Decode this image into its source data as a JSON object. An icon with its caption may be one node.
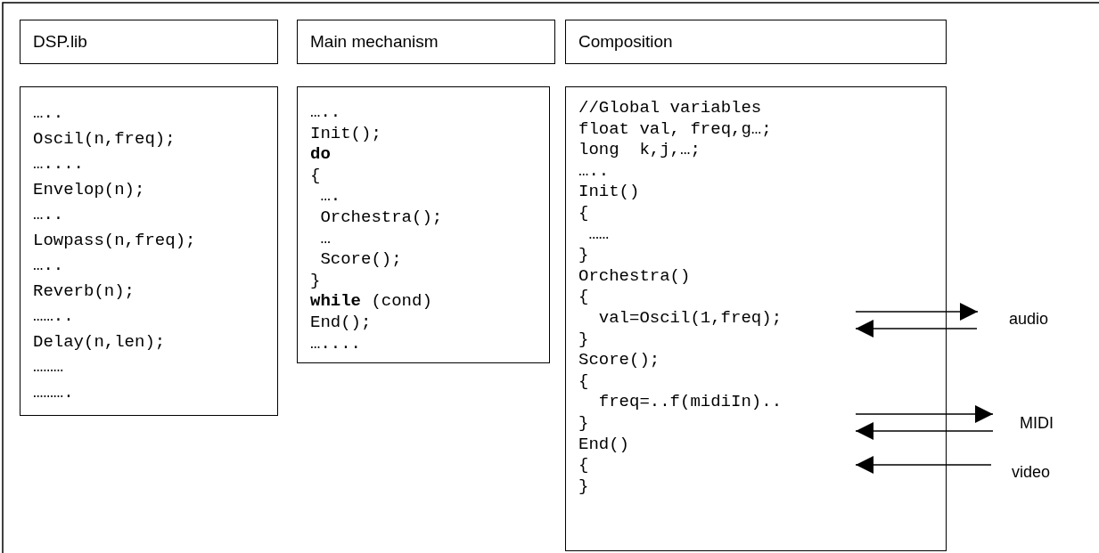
{
  "diagram": {
    "nodes": [
      {
        "text": [
          "DSP.lib"
        ]
      },
      {
        "text": [
          "Main mechanism"
        ]
      },
      {
        "text": [
          "Composition"
        ]
      },
      {
        "text": [
          "…..",
          "Oscil(n,freq);",
          "…....",
          "Envelop(n);",
          "…..",
          "Lowpass(n,freq);",
          "…..",
          "Reverb(n);",
          "……..",
          "Delay(n,len);",
          "………",
          "………."
        ]
      },
      {
        "text": [
          "…..",
          "Init();",
          "do",
          "{",
          "….",
          "Orchestra();",
          "…",
          "Score();",
          "}",
          "**while** (cond)",
          "End();",
          "…...."
        ]
      },
      {
        "text": [
          "//Global variables",
          "float val, freq,g…;",
          "long  k,j,…;",
          "…..",
          "Init()",
          "{",
          "……",
          "}",
          "Orchestra()",
          "{",
          "val=Oscil(1,freq);",
          "}",
          "Score();",
          "{",
          "freq=..f(midiIn)..",
          "}",
          "End()",
          "{",
          "}"
        ]
      },
      {
        "text": [
          "audio"
        ]
      },
      {
        "text": [
          "MIDI"
        ]
      },
      {
        "text": [
          "video"
        ]
      }
    ],
    "edges": [
      {
        "from": 5,
        "to": 6,
        "arrow": "to"
      },
      {
        "from": 6,
        "to": 5,
        "arrow": "to"
      },
      {
        "from": 5,
        "to": 7,
        "arrow": "to"
      },
      {
        "from": 7,
        "to": 5,
        "arrow": "to"
      },
      {
        "from": 8,
        "to": 5,
        "arrow": "to"
      }
    ]
  }
}
